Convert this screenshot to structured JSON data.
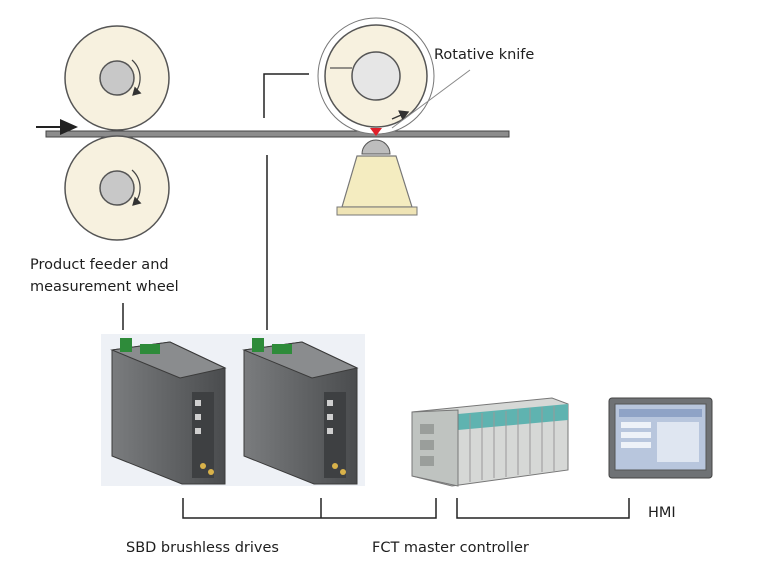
{
  "labels": {
    "rotative_knife": "Rotative knife",
    "feeder_line1": "Product feeder and",
    "feeder_line2": "measurement wheel",
    "drives": "SBD brushless drives",
    "controller": "FCT master controller",
    "hmi": "HMI"
  },
  "colors": {
    "line": "#222222",
    "roller_fill": "#f7f1df",
    "hub_fill": "#c8c8c8",
    "knife_base": "#f4ecc0",
    "knife_tip": "#e0202a",
    "drive_body": "#5f6163",
    "drive_connector": "#2e8b3a",
    "plc_teal": "#5fb3b0",
    "hmi_screen": "#b8c6dd"
  }
}
